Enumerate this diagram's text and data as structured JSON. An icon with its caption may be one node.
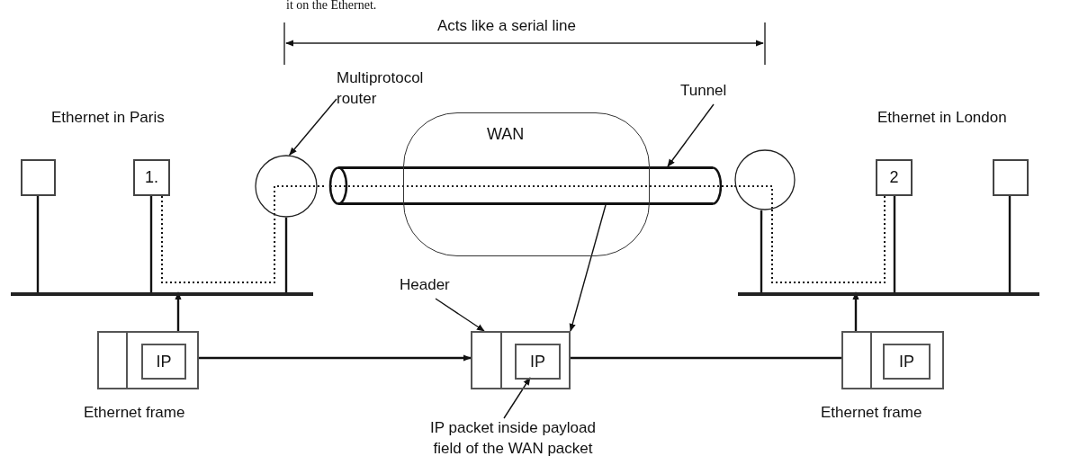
{
  "diagram": {
    "nodes": [
      {
        "text": [],
        "shape": "box"
      },
      {
        "text": [
          "1."
        ]
      },
      {
        "text": [],
        "shape": "circle"
      },
      {
        "text": [],
        "shape": "cylinder"
      },
      {
        "text": [
          "WAN"
        ]
      },
      {
        "text": [],
        "shape": "circle"
      },
      {
        "text": [
          "2"
        ]
      },
      {
        "text": [],
        "shape": "box"
      },
      {
        "text": [],
        "shape": "bar"
      },
      {
        "text": [],
        "shape": "bar"
      },
      {
        "text": [],
        "shape": "box",
        "beside": [
          "Ethernet frame"
        ]
      },
      {
        "text": [
          "IP"
        ],
        "in": 10
      },
      {
        "text": [],
        "shape": "box"
      },
      {
        "text": [
          "IP"
        ],
        "in": 12
      },
      {
        "text": [],
        "shape": "box",
        "beside": [
          "Ethernet frame"
        ]
      },
      {
        "text": [
          "IP"
        ],
        "in": 14
      },
      {
        "text": [
          "Multiprotocol router"
        ]
      },
      {
        "text": [
          "Tunnel"
        ]
      },
      {
        "text": [
          "Header"
        ]
      },
      {
        "text": [
          "IP packet inside payload field of the WAN packet"
        ]
      },
      {
        "text": [],
        "shape": "box",
        "in": 12
      }
    ],
    "edges": [
      {
        "from": 16,
        "to": 2,
        "arrow": "to"
      },
      {
        "from": 17,
        "to": 3,
        "arrow": "to"
      },
      {
        "from": 18,
        "to": 20,
        "arrow": "to"
      },
      {
        "from": 19,
        "to": 13,
        "arrow": "to"
      },
      {
        "from": 3,
        "to": 12,
        "arrow": "to"
      },
      {
        "from": 10,
        "to": 12,
        "arrow": "to"
      },
      {
        "from": 12,
        "to": 14,
        "arrow": "none"
      },
      {
        "from": 10,
        "to": 8,
        "arrow": "to"
      },
      {
        "from": 14,
        "to": 9,
        "arrow": "to"
      },
      {
        "from": 0,
        "to": 8,
        "arrow": "none"
      },
      {
        "from": 1,
        "to": 8,
        "arrow": "none"
      },
      {
        "from": 2,
        "to": 8,
        "arrow": "none"
      },
      {
        "from": 5,
        "to": 9,
        "arrow": "none"
      },
      {
        "from": 6,
        "to": 9,
        "arrow": "none"
      },
      {
        "from": 7,
        "to": 9,
        "arrow": "none"
      },
      {
        "from": 1,
        "to": 2,
        "arrow": "none",
        "style": "dashed"
      },
      {
        "from": 2,
        "to": 3,
        "arrow": "none",
        "style": "dashed"
      },
      {
        "from": 3,
        "to": 5,
        "arrow": "none",
        "style": "dashed"
      },
      {
        "from": 5,
        "to": 6,
        "arrow": "none",
        "style": "dashed"
      }
    ],
    "labels": [
      "it on the Ethernet.",
      "Acts like a serial line",
      "Ethernet in Paris",
      "Ethernet in London"
    ]
  }
}
